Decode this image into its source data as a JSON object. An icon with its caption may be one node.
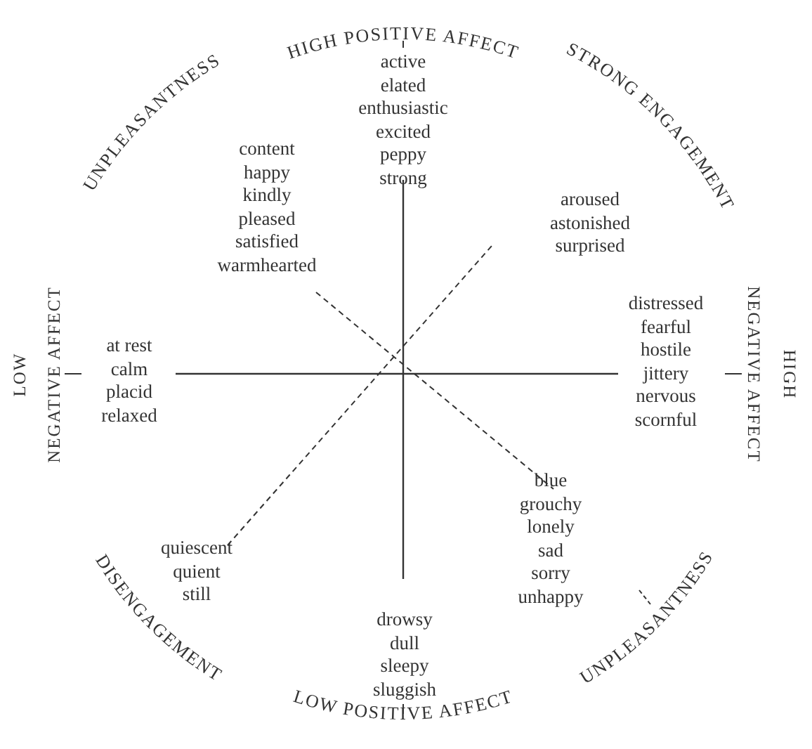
{
  "diagram": {
    "labels": [
      "HIGH POSITIVE AFFECT",
      "UNPLEASANTNESS",
      "STRONG ENGAGEMENT",
      "active",
      "elated",
      "enthusiastic",
      "excited",
      "peppy",
      "strong",
      "content",
      "happy",
      "kindly",
      "pleased",
      "satisfied",
      "warmhearted",
      "aroused",
      "astonished",
      "surprised",
      "LOW",
      "NEGATIVE AFFECT",
      "at rest",
      "calm",
      "placid",
      "relaxed",
      "distressed",
      "fearful",
      "hostile",
      "jittery",
      "nervous",
      "scornful",
      "HIGH",
      "NEGATIVE AFFECT",
      "blue",
      "grouchy",
      "lonely",
      "sad",
      "sorry",
      "unhappy",
      "UNPLEASANTNESS",
      "DISENGAGEMENT",
      "quiescent",
      "quient",
      "still",
      "drowsy",
      "dull",
      "sleepy",
      "sluggish",
      "LOW POSITIVE AFFECT"
    ]
  }
}
